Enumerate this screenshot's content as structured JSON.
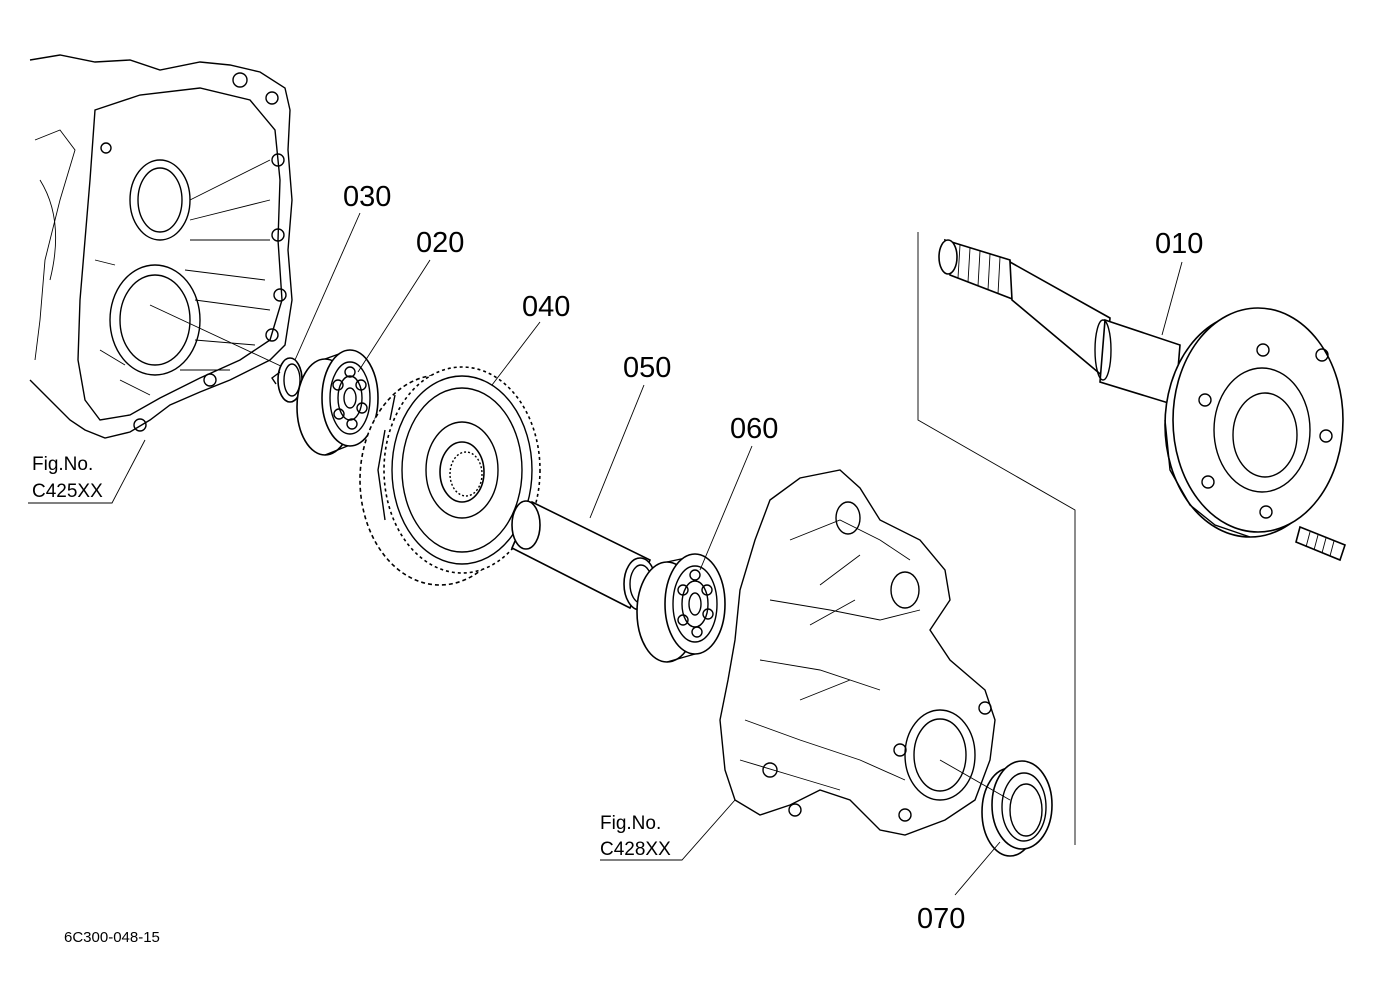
{
  "diagram": {
    "callouts": [
      {
        "id": "010",
        "text": "010"
      },
      {
        "id": "020",
        "text": "020"
      },
      {
        "id": "030",
        "text": "030"
      },
      {
        "id": "040",
        "text": "040"
      },
      {
        "id": "050",
        "text": "050"
      },
      {
        "id": "060",
        "text": "060"
      },
      {
        "id": "070",
        "text": "070"
      }
    ],
    "figure_refs": [
      {
        "line1": "Fig.No.",
        "line2": "C425XX"
      },
      {
        "line1": "Fig.No.",
        "line2": "C428XX"
      }
    ],
    "drawing_code": "6C300-048-15"
  }
}
